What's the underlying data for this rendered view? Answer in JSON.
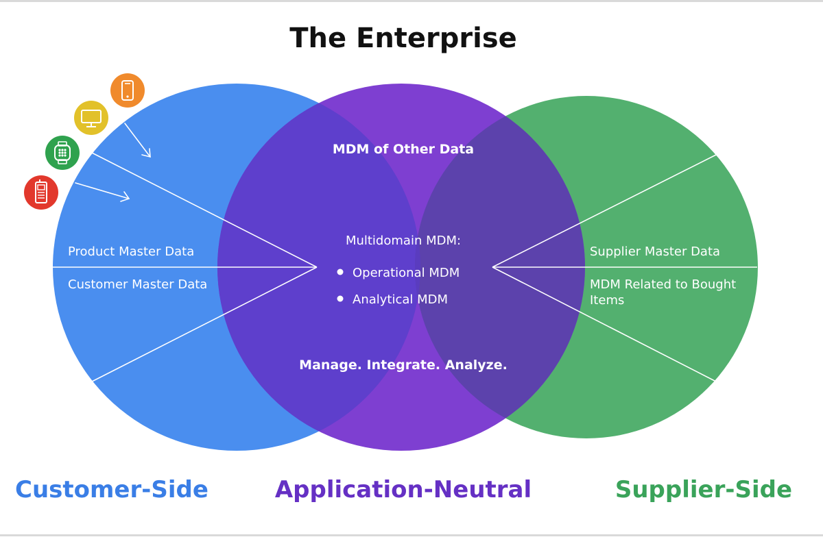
{
  "title": "The Enterprise",
  "colors": {
    "customer": "#4a8eef",
    "application": "#7e3fd1",
    "supplier": "#53b06f",
    "customer_label": "#3a7ee6",
    "application_label": "#6530c4",
    "supplier_label": "#3aa35a",
    "device_orange": "#f08a2c",
    "device_yellow": "#e2c12a",
    "device_green": "#2fa24e",
    "device_red": "#e2382c"
  },
  "customer": {
    "product_master_data": "Product Master Data",
    "customer_master_data": "Customer Master Data",
    "section_label": "Customer-Side"
  },
  "application": {
    "mdm_other_data": "MDM of Other Data",
    "multidomain_mdm": "Multidomain MDM:",
    "operational_mdm": "Operational MDM",
    "analytical_mdm": "Analytical MDM",
    "tagline": "Manage. Integrate. Analyze.",
    "section_label": "Application-Neutral"
  },
  "supplier": {
    "supplier_master_data": "Supplier Master Data",
    "mdm_bought_items_line1": "MDM Related to Bought",
    "mdm_bought_items_line2": "Items",
    "section_label": "Supplier-Side"
  },
  "devices": [
    "smartphone-icon",
    "desktop-monitor-icon",
    "smartwatch-icon",
    "mobile-phone-icon"
  ]
}
